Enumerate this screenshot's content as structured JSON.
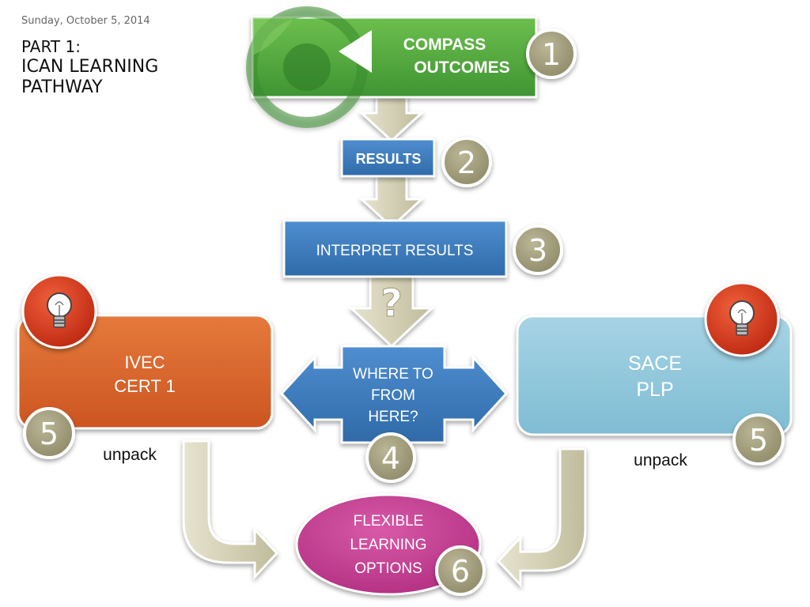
{
  "slide": {
    "date": "Sunday, October 5, 2014",
    "title_line1": "PART 1:",
    "title_line2": "ICAN LEARNING",
    "title_line3": "PATHWAY"
  },
  "nodes": {
    "compass": {
      "line1": "COMPASS",
      "line2": "OUTCOMES",
      "step": "1"
    },
    "results": {
      "label": "RESULTS",
      "step": "2"
    },
    "interpret": {
      "label": "INTERPRET RESULTS",
      "step": "3"
    },
    "where": {
      "line1": "WHERE TO",
      "line2": "FROM",
      "line3": "HERE?",
      "step": "4"
    },
    "ivec": {
      "line1": "IVEC",
      "line2": "CERT 1",
      "step": "5",
      "note": "unpack"
    },
    "sace": {
      "line1": "SACE",
      "line2": "PLP",
      "step": "5",
      "note": "unpack"
    },
    "flexible": {
      "line1": "FLEXIBLE",
      "line2": "LEARNING",
      "line3": "OPTIONS",
      "step": "6"
    },
    "question_mark": "?"
  },
  "icons": [
    "play-icon",
    "lightbulb-icon",
    "lightbulb-icon"
  ],
  "colors": {
    "compass_green": "#4fa83c",
    "step_blue": "#3f7fbf",
    "ivec_orange": "#d9622b",
    "sace_blue": "#8fc6da",
    "flexible_magenta": "#c43e92",
    "arrow_beige": "#d3d0b6",
    "badge_olive": "#a39f7e",
    "badge_red": "#d5301a"
  }
}
